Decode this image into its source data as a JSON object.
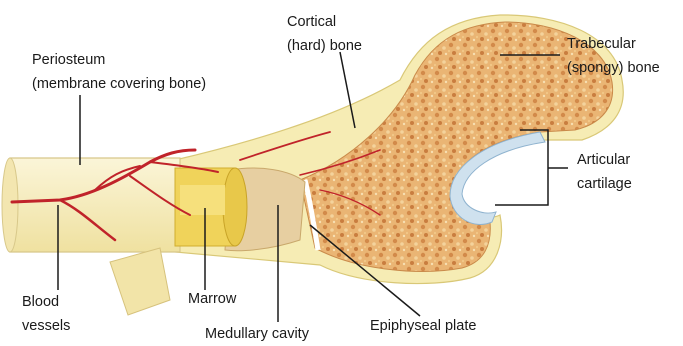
{
  "labels": {
    "periosteum_1": "Periosteum",
    "periosteum_2": "(membrane covering bone)",
    "cortical_1": "Cortical",
    "cortical_2": "(hard) bone",
    "trabecular_1": "Trabecular",
    "trabecular_2": "(spongy) bone",
    "articular_1": "Articular",
    "articular_2": "cartilage",
    "blood_1": "Blood",
    "blood_2": "vessels",
    "marrow": "Marrow",
    "medullary": "Medullary cavity",
    "epiphyseal": "Epiphyseal plate"
  },
  "colors": {
    "shaft": "#f7efc4",
    "cortical": "#f6ecb4",
    "spongy": "#e9b877",
    "marrow": "#e8c84a",
    "vessel": "#c0232a",
    "cartilage": "#cfe1ee"
  }
}
